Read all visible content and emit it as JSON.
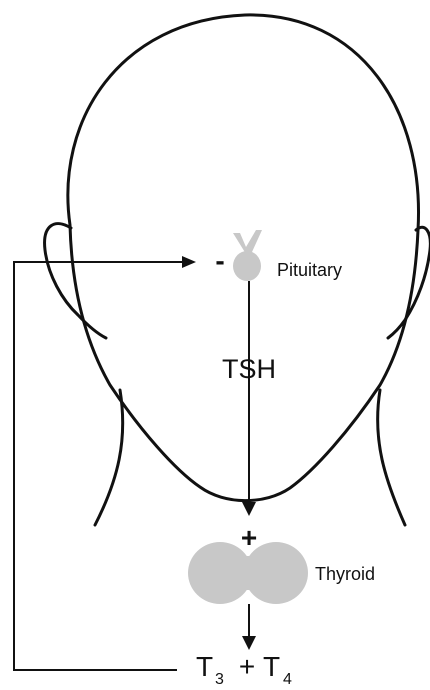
{
  "diagram": {
    "labels": {
      "pituitary": "Pituitary",
      "tsh": "TSH",
      "thyroid": "Thyroid"
    },
    "signs": {
      "inhibition": "-",
      "stimulation": "+"
    },
    "output": {
      "t3_base": "T",
      "t3_sub": "3",
      "plus": "+",
      "t4_base": "T",
      "t4_sub": "4"
    },
    "colors": {
      "outline": "#111111",
      "organ_fill": "#c8c8c8"
    }
  }
}
